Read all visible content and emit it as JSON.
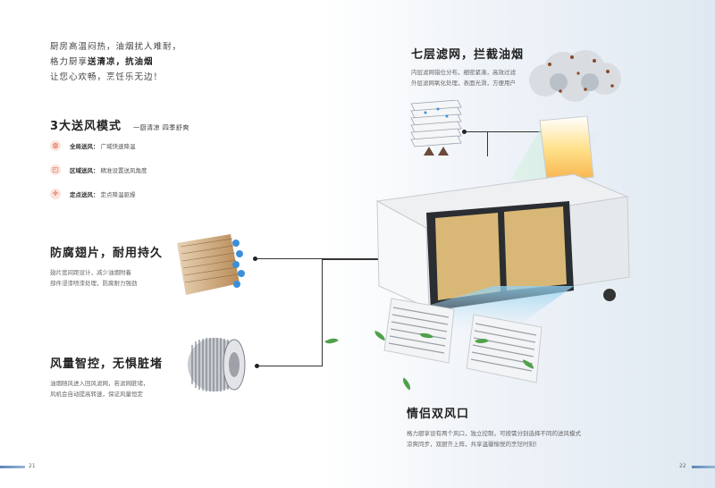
{
  "intro": {
    "line1": "厨房高温闷热，油烟扰人难耐，",
    "line2_pre": "格力厨享",
    "line2_bold": "送清凉，抗油烟",
    "line3": "让您心欢畅，烹饪乐无边！"
  },
  "modes": {
    "title": "3大送风模式",
    "subtitle": "一厨清凉 四季舒爽",
    "items": [
      {
        "name": "全局送风：",
        "desc": "广域快速降温",
        "icon": "globe-icon"
      },
      {
        "name": "区域送风：",
        "desc": "精准设置送风角度",
        "icon": "area-icon"
      },
      {
        "name": "定点送风：",
        "desc": "定点降温驱燥",
        "icon": "crosshair-icon"
      }
    ]
  },
  "fins": {
    "title": "防腐翅片，耐用持久",
    "desc1": "翅片宽间距设计，减少油烟附着",
    "desc2": "部件浸漆喷漆处理，防腐耐力强劲"
  },
  "airflow": {
    "title": "风量智控，无惧脏堵",
    "desc1": "油烟随风进入回风滤网，若滤网脏堵，",
    "desc2": "风机会自动提高转速，保证风量恒定"
  },
  "filter": {
    "title": "七层滤网，拦截油烟",
    "desc1": "内层滤网错位分布，细密紧凑，高效过滤",
    "desc2": "外层滤网氧化处理，表面光滑，方便用户"
  },
  "dual_outlet": {
    "title": "情侣双风口",
    "desc1": "格力厨享设有两个风口，独立控制，可按需分别选择不同的送风模式",
    "desc2": "凉爽同步，双厨齐上阵，共享温馨愉悦的烹饪时刻！"
  },
  "pages": {
    "left": "21",
    "right": "22"
  },
  "colors": {
    "accent": "#e35b3b",
    "footer": "#5b86b8"
  }
}
